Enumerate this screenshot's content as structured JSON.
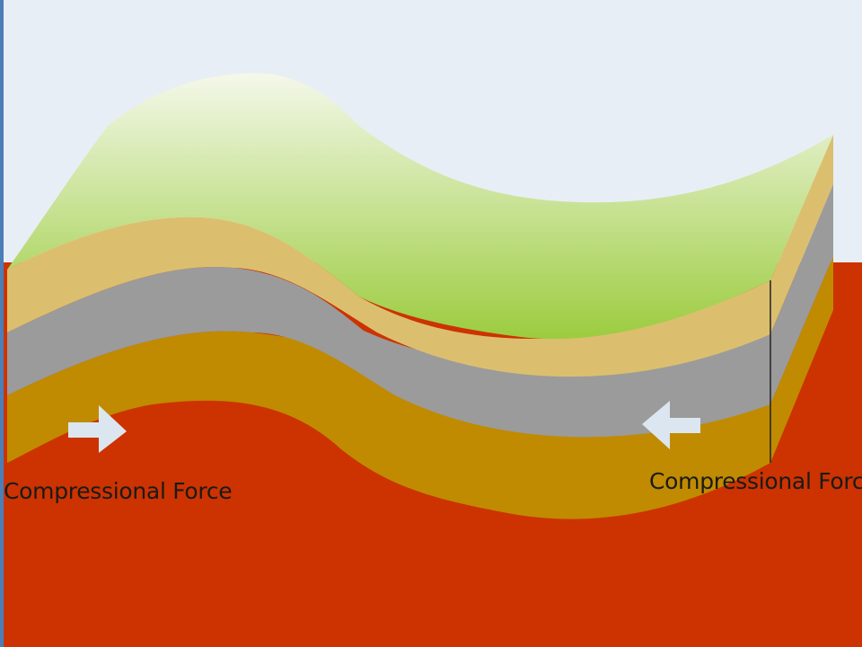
{
  "diagram": {
    "labels": {
      "left": "Compressional Force",
      "right": "Compressional Force"
    },
    "arrows": {
      "left_direction": "right",
      "right_direction": "left"
    },
    "colors": {
      "sky": "#e8eef5",
      "background_rock": "#cc3300",
      "top_surface_light": "#f4f8ea",
      "top_surface_dark": "#9ccc3f",
      "layer_sand": "#dcbf6e",
      "layer_gray": "#9b9b9b",
      "layer_ochre": "#c08b00",
      "arrow": "#dce6f0"
    }
  }
}
